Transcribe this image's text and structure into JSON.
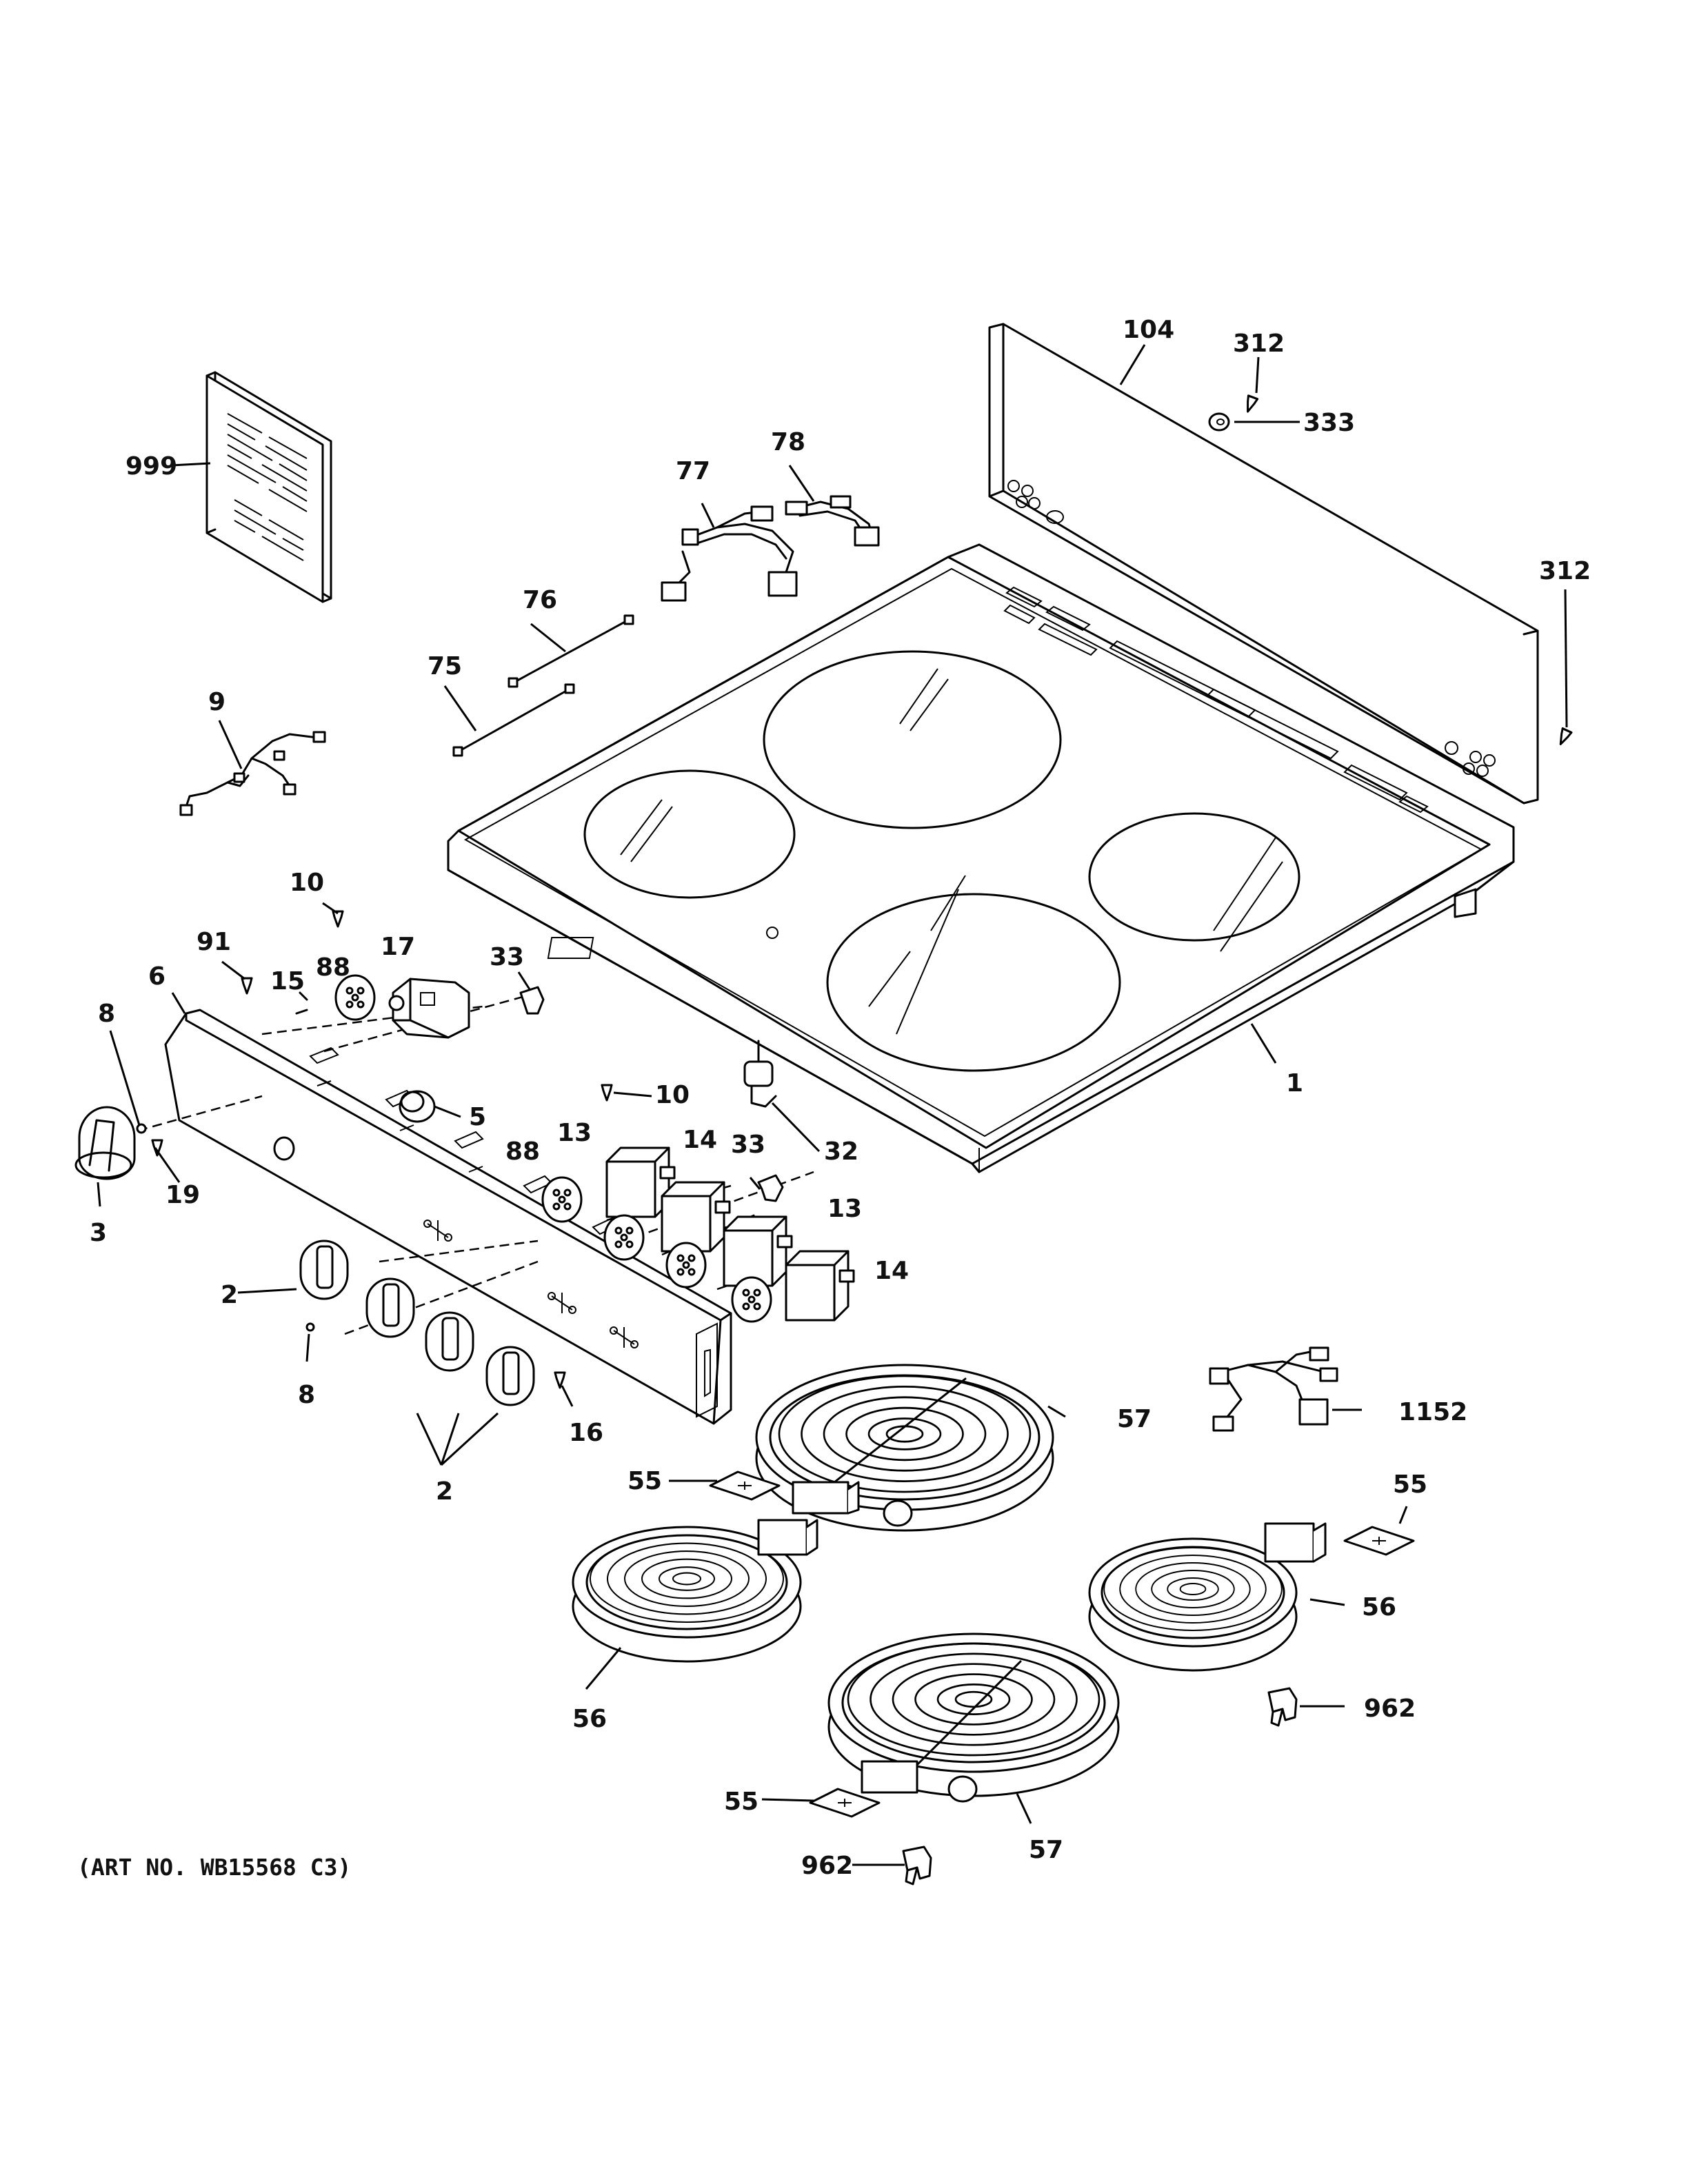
{
  "art_number": "(ART NO. WB15568 C3)",
  "callouts": [
    {
      "id": "104",
      "text": "104"
    },
    {
      "id": "312a",
      "text": "312"
    },
    {
      "id": "333",
      "text": "333"
    },
    {
      "id": "312b",
      "text": "312"
    },
    {
      "id": "999",
      "text": "999"
    },
    {
      "id": "77",
      "text": "77"
    },
    {
      "id": "78",
      "text": "78"
    },
    {
      "id": "76",
      "text": "76"
    },
    {
      "id": "75",
      "text": "75"
    },
    {
      "id": "9",
      "text": "9"
    },
    {
      "id": "10a",
      "text": "10"
    },
    {
      "id": "91",
      "text": "91"
    },
    {
      "id": "17",
      "text": "17"
    },
    {
      "id": "88a",
      "text": "88"
    },
    {
      "id": "15",
      "text": "15"
    },
    {
      "id": "6",
      "text": "6"
    },
    {
      "id": "33a",
      "text": "33"
    },
    {
      "id": "8a",
      "text": "8"
    },
    {
      "id": "5",
      "text": "5"
    },
    {
      "id": "10b",
      "text": "10"
    },
    {
      "id": "1",
      "text": "1"
    },
    {
      "id": "3",
      "text": "3"
    },
    {
      "id": "19",
      "text": "19"
    },
    {
      "id": "88b",
      "text": "88"
    },
    {
      "id": "13a",
      "text": "13"
    },
    {
      "id": "14a",
      "text": "14"
    },
    {
      "id": "33b",
      "text": "33"
    },
    {
      "id": "32",
      "text": "32"
    },
    {
      "id": "13b",
      "text": "13"
    },
    {
      "id": "14b",
      "text": "14"
    },
    {
      "id": "2a",
      "text": "2"
    },
    {
      "id": "8b",
      "text": "8"
    },
    {
      "id": "16",
      "text": "16"
    },
    {
      "id": "2b",
      "text": "2"
    },
    {
      "id": "57a",
      "text": "57"
    },
    {
      "id": "1152",
      "text": "1152"
    },
    {
      "id": "55a",
      "text": "55"
    },
    {
      "id": "55b",
      "text": "55"
    },
    {
      "id": "56a",
      "text": "56"
    },
    {
      "id": "56b",
      "text": "56"
    },
    {
      "id": "962a",
      "text": "962"
    },
    {
      "id": "55c",
      "text": "55"
    },
    {
      "id": "57b",
      "text": "57"
    },
    {
      "id": "962b",
      "text": "962"
    }
  ]
}
